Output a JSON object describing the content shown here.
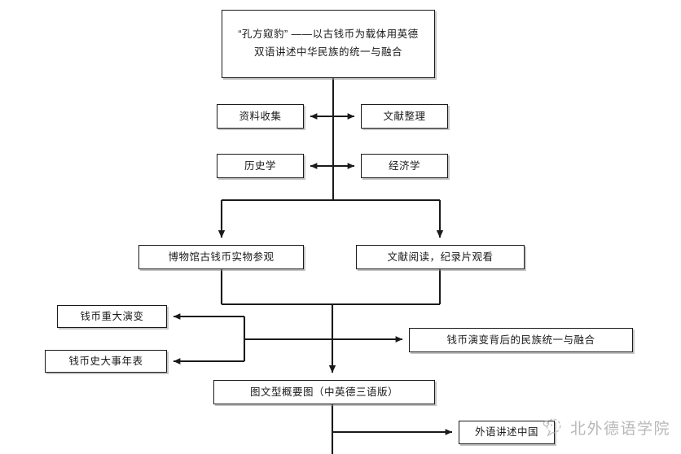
{
  "diagram": {
    "title_node": {
      "line1": "“孔方窥豹” ——以古钱币为载体用英德",
      "line2": "双语讲述中华民族的统一与融合"
    },
    "nodes": {
      "data_collection": "资料收集",
      "literature_sorting": "文献整理",
      "history_discipline": "历史学",
      "economics_discipline": "经济学",
      "museum_visit": "博物馆古钱币实物参观",
      "literature_reading": "文献阅读，纪录片观看",
      "coin_evolution": "钱币重大演变",
      "coin_chronology": "钱币史大事年表",
      "national_unity": "钱币演变背后的民族统一与融合",
      "summary_graphic": "图文型概要图（中英德三语版）",
      "foreign_language_china": "外语讲述中国"
    }
  },
  "watermark": {
    "text": "北外德语学院",
    "logo_icon": "speech-bubble-logo-icon"
  },
  "colors": {
    "stroke": "#1a1a1a",
    "box_shadow": "#969696",
    "background": "#ffffff",
    "watermark_text": "#8d8d8d"
  }
}
